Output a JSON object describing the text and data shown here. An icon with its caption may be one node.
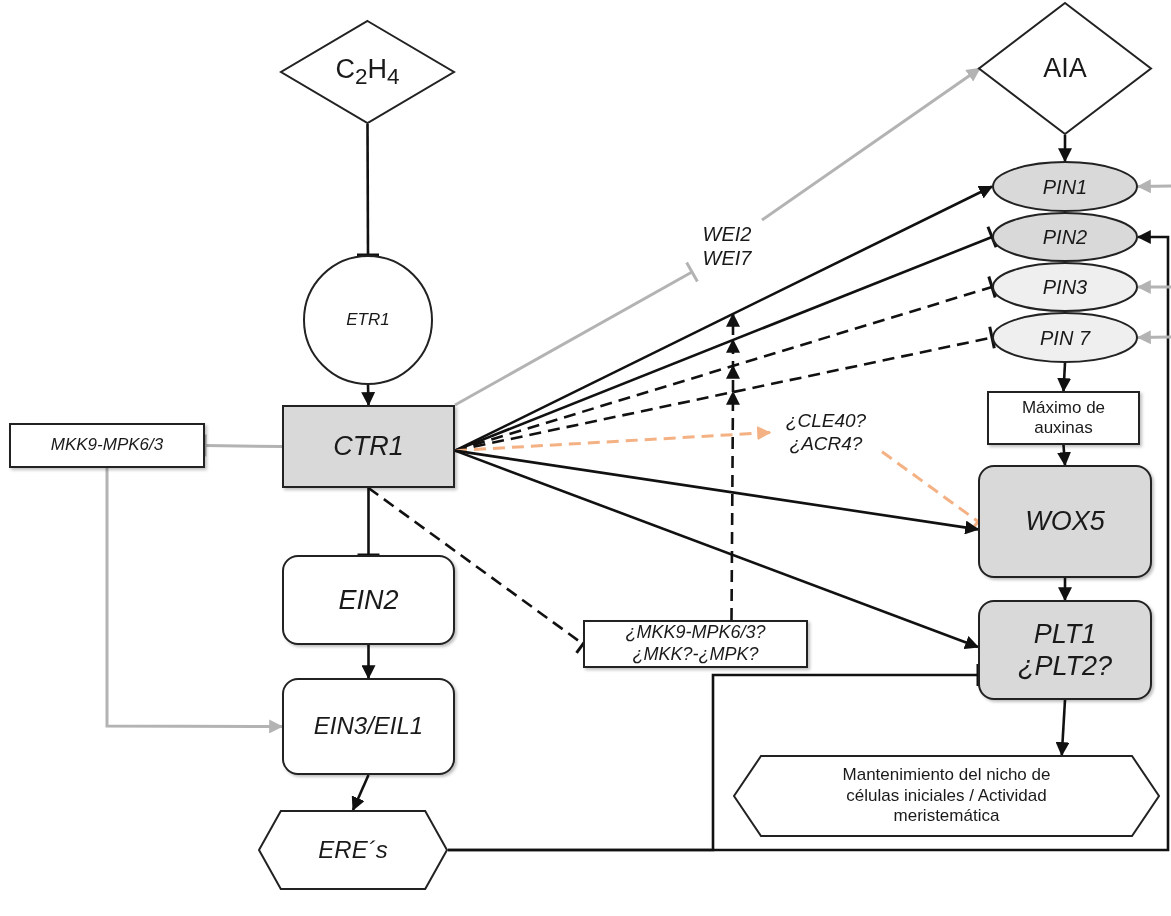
{
  "diagram": {
    "nodes": [
      {
        "text": [
          "C$_{2}$H$_{4}$"
        ]
      },
      {
        "text": [
          "ETR1"
        ]
      },
      {
        "text": [
          "CTR1"
        ]
      },
      {
        "text": [
          "MKK9-MPK6/3"
        ]
      },
      {
        "text": [
          "EIN2"
        ]
      },
      {
        "text": [
          "EIN3/EIL1"
        ]
      },
      {
        "text": [
          "ERE´s"
        ]
      },
      {
        "text": [
          "WEI2 WEI7"
        ]
      },
      {
        "text": [
          "¿MKK9-MPK6/3? ¿MKK?-¿MPK?"
        ]
      },
      {
        "text": [
          "¿CLE40? ¿ACR4?"
        ]
      },
      {
        "text": [
          "AIA"
        ]
      },
      {
        "text": [
          "PIN1"
        ]
      },
      {
        "text": [
          "PIN2"
        ]
      },
      {
        "text": [
          "PIN3"
        ]
      },
      {
        "text": [
          "PIN 7"
        ]
      },
      {
        "text": [
          "Máximo de auxinas"
        ]
      },
      {
        "text": [
          "WOX5"
        ]
      },
      {
        "text": [
          "PLT1 ¿PLT2?"
        ]
      },
      {
        "text": [
          "Mantenimiento del nicho de células iniciales / Actividad meristemática"
        ]
      }
    ],
    "edges": [
      {
        "from": 0,
        "to": 1,
        "arrow": "other"
      },
      {
        "from": 1,
        "to": 2,
        "arrow": "to"
      },
      {
        "from": 2,
        "to": 3,
        "arrow": "other",
        "color": "#b3b3b3"
      },
      {
        "from": 3,
        "to": 5,
        "arrow": "to",
        "color": "#b3b3b3"
      },
      {
        "from": 2,
        "to": 4,
        "arrow": "other"
      },
      {
        "from": 4,
        "to": 5,
        "arrow": "to"
      },
      {
        "from": 5,
        "to": 6,
        "arrow": "to"
      },
      {
        "from": 2,
        "to": 7,
        "arrow": "other",
        "color": "#b3b3b3"
      },
      {
        "from": 7,
        "to": 10,
        "arrow": "to",
        "color": "#b3b3b3"
      },
      {
        "from": 10,
        "to": 11,
        "arrow": "to"
      },
      {
        "from": 2,
        "to": 11,
        "arrow": "to"
      },
      {
        "from": 2,
        "to": 12,
        "arrow": "other"
      },
      {
        "from": 2,
        "to": 13,
        "arrow": "other",
        "style": "dashed"
      },
      {
        "from": 2,
        "to": 14,
        "arrow": "other",
        "style": "dashed"
      },
      {
        "from": 8,
        "to": null,
        "arrow": "to",
        "style": "dashed"
      },
      {
        "from": 2,
        "to": 9,
        "arrow": "to",
        "style": "dashed",
        "color": "#f4b183"
      },
      {
        "from": 9,
        "to": 16,
        "arrow": "other",
        "style": "dashed",
        "color": "#f4b183"
      },
      {
        "from": 2,
        "to": 16,
        "arrow": "to"
      },
      {
        "from": 2,
        "to": 17,
        "arrow": "to"
      },
      {
        "from": 2,
        "to": 8,
        "arrow": "other",
        "style": "dashed"
      },
      {
        "from": 14,
        "to": 15,
        "arrow": "to"
      },
      {
        "from": 15,
        "to": 16,
        "arrow": "to"
      },
      {
        "from": 16,
        "to": 17,
        "arrow": "to"
      },
      {
        "from": 17,
        "to": 18,
        "arrow": "to"
      },
      {
        "from": 6,
        "to": 17,
        "arrow": "other"
      },
      {
        "from": 6,
        "to": 12,
        "arrow": "to"
      },
      {
        "from": null,
        "to": 11,
        "arrow": "to",
        "color": "#b3b3b3"
      },
      {
        "from": null,
        "to": 13,
        "arrow": "to",
        "color": "#b3b3b3"
      },
      {
        "from": null,
        "to": 14,
        "arrow": "to",
        "color": "#b3b3b3"
      }
    ]
  }
}
